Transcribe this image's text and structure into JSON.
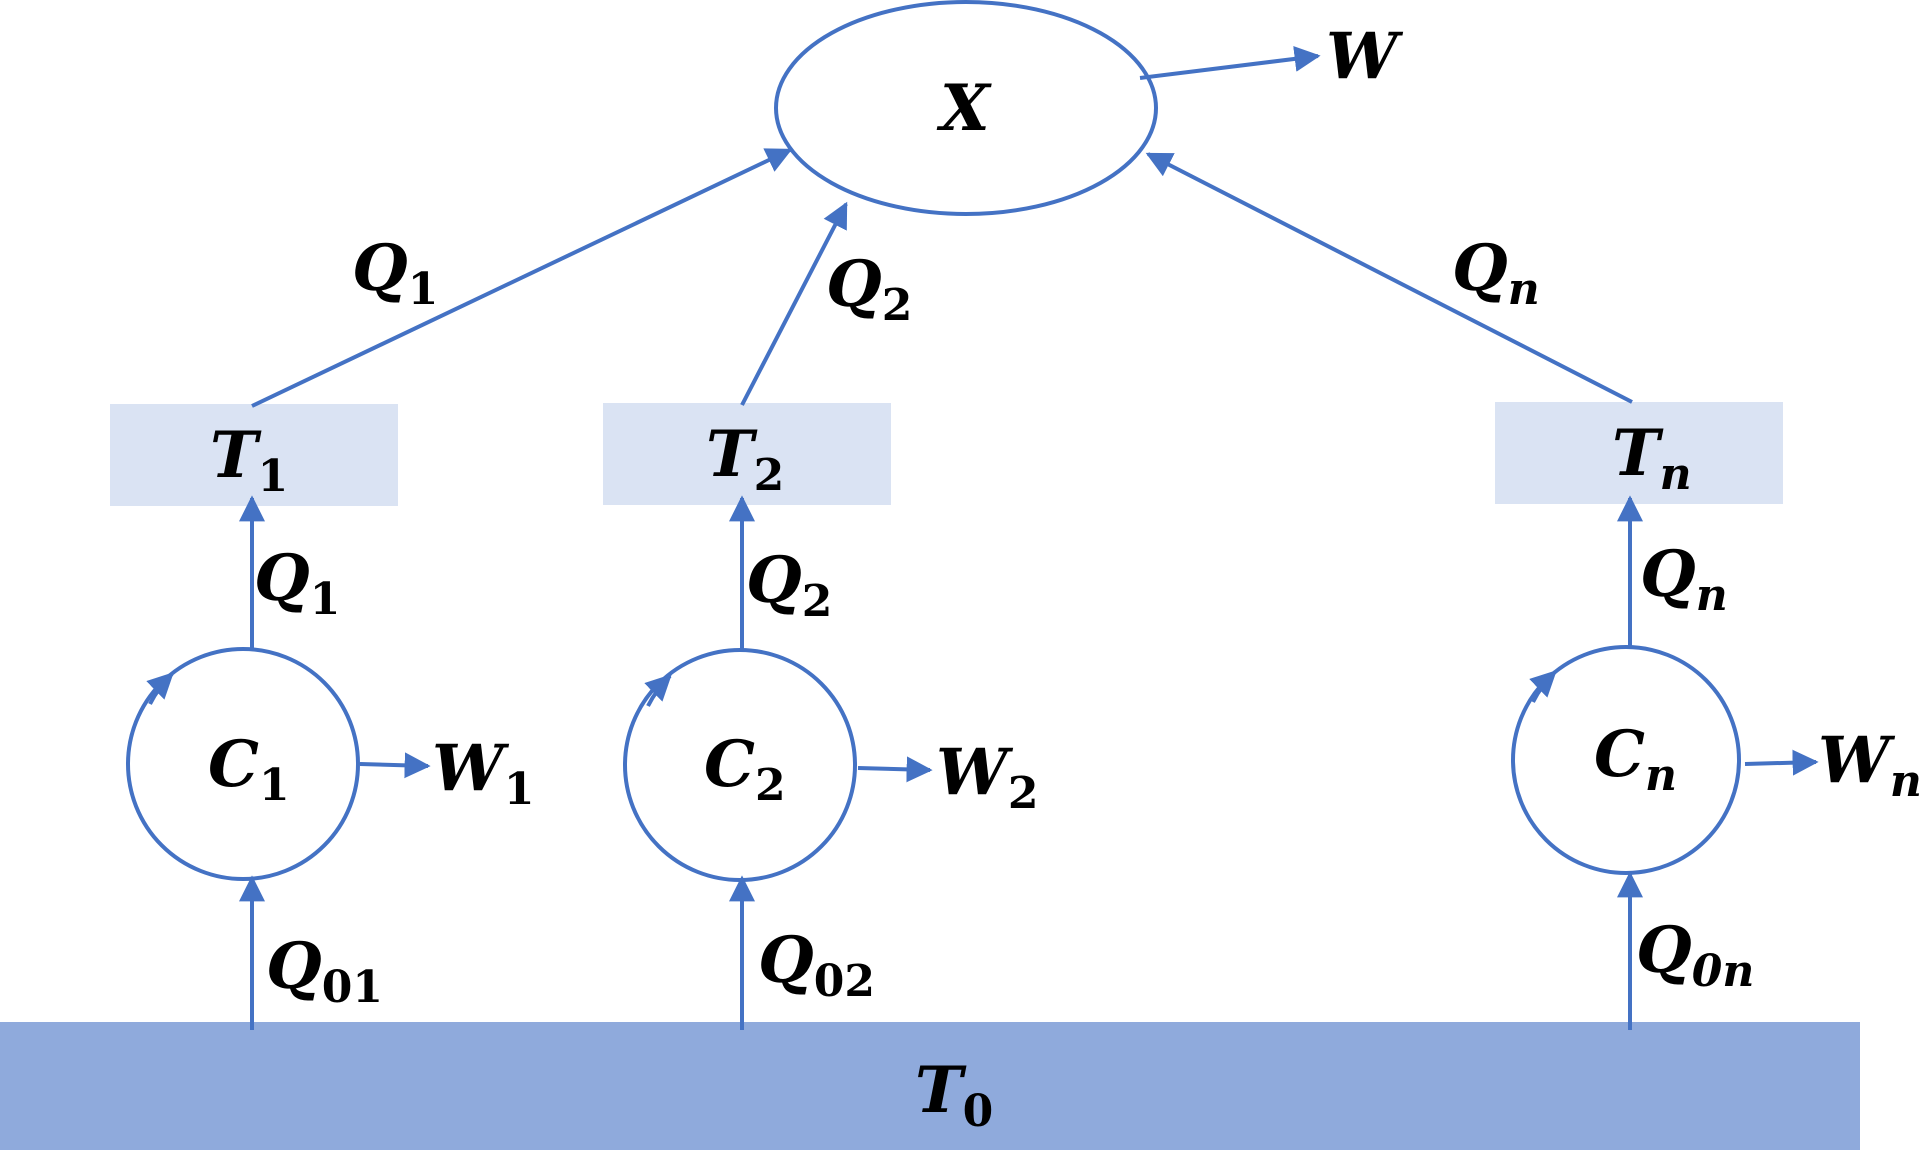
{
  "colors": {
    "line": "#4472c4",
    "box_fill": "#dae3f3",
    "base_fill": "#8faadc",
    "text": "#000000"
  },
  "diagram": {
    "center": {
      "base": "X",
      "sub": ""
    },
    "work_out": {
      "base": "W",
      "sub": ""
    },
    "reservoir": {
      "base": "T",
      "sub": "0"
    },
    "branches": [
      {
        "box": {
          "base": "T",
          "sub": "1"
        },
        "engine": {
          "base": "C",
          "sub": "1"
        },
        "work": {
          "base": "W",
          "sub": "1"
        },
        "heat_in": {
          "base": "Q",
          "sub": "01"
        },
        "heat_out": {
          "base": "Q",
          "sub": "1"
        },
        "heat_to_center": {
          "base": "Q",
          "sub": "1"
        }
      },
      {
        "box": {
          "base": "T",
          "sub": "2"
        },
        "engine": {
          "base": "C",
          "sub": "2"
        },
        "work": {
          "base": "W",
          "sub": "2"
        },
        "heat_in": {
          "base": "Q",
          "sub": "02"
        },
        "heat_out": {
          "base": "Q",
          "sub": "2"
        },
        "heat_to_center": {
          "base": "Q",
          "sub": "2"
        }
      },
      {
        "box": {
          "base": "T",
          "sub": "n"
        },
        "engine": {
          "base": "C",
          "sub": "n"
        },
        "work": {
          "base": "W",
          "sub": "n"
        },
        "heat_in": {
          "base": "Q",
          "sub": "0n"
        },
        "heat_out": {
          "base": "Q",
          "sub": "n"
        },
        "heat_to_center": {
          "base": "Q",
          "sub": "n"
        }
      }
    ]
  }
}
